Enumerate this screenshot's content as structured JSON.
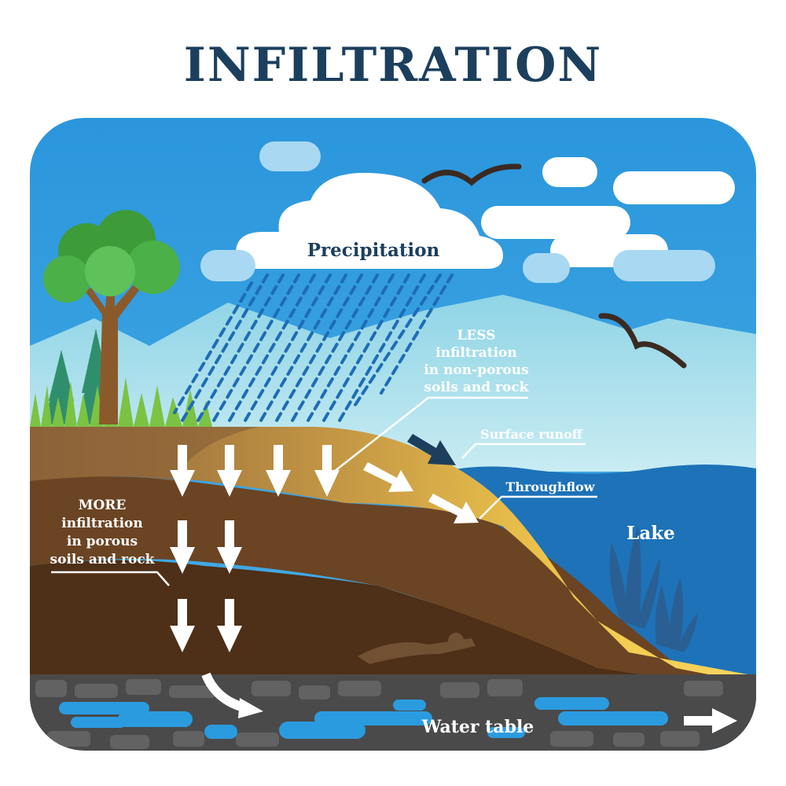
{
  "title": "INFILTRATION",
  "labels": {
    "precipitation": "Precipitation",
    "less_1": "LESS",
    "less_2": "infiltration",
    "less_3": "in non-porous",
    "less_4": "soils and rock",
    "more_1": "MORE",
    "more_2": "infiltration",
    "more_3": "in porous",
    "more_4": "soils and rock",
    "surface_runoff": "Surface runoff",
    "throughflow": "Throughflow",
    "lake": "Lake",
    "water_table": "Water table"
  },
  "colors": {
    "title": "#1c3f5e",
    "sky": "#2b9be0",
    "mountain": "#8ed3e8",
    "lake": "#1d72b8",
    "sand": "#f2c94c",
    "soil_light": "#8c6239",
    "soil_mid": "#6b4424",
    "soil_dark": "#4e2f17",
    "rock": "#4a4a4a",
    "groundwater": "#2b9be0"
  }
}
